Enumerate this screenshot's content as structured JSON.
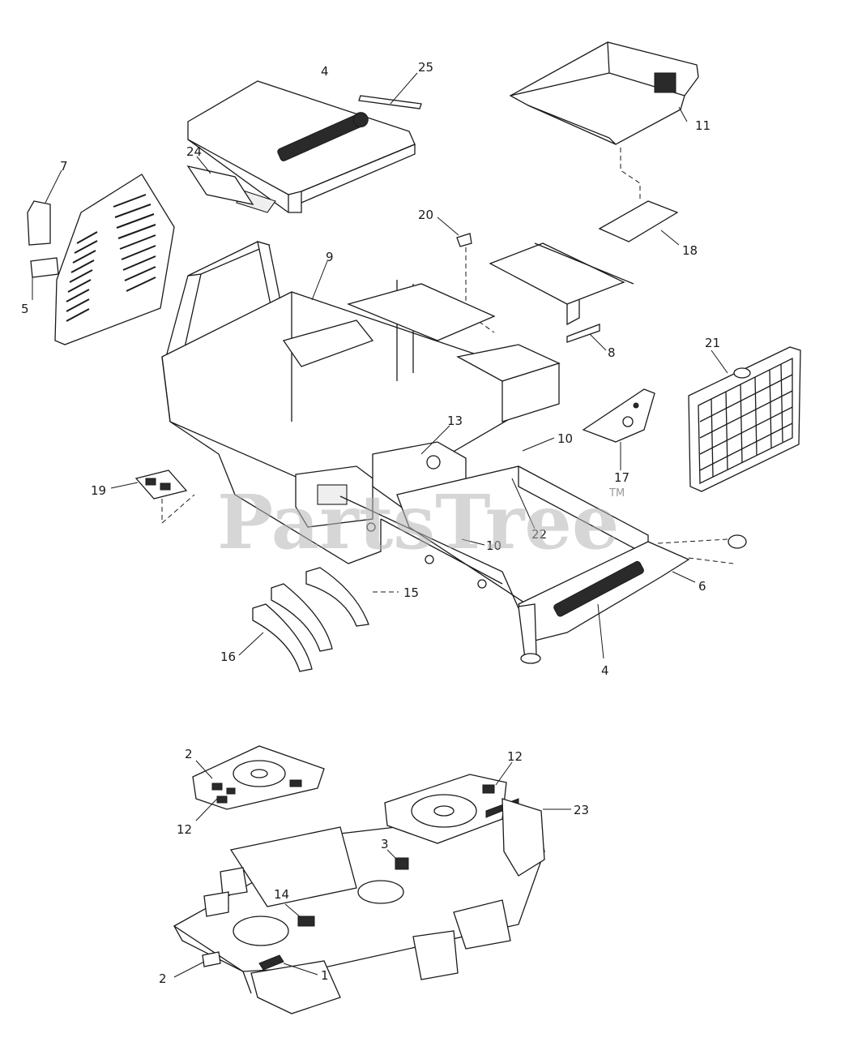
{
  "watermark": {
    "text": "PartsTree",
    "trademark": "TM"
  },
  "callouts": {
    "c4_top": "4",
    "c25": "25",
    "c11": "11",
    "c24": "24",
    "c7": "7",
    "c5": "5",
    "c20": "20",
    "c9": "9",
    "c18": "18",
    "c8": "8",
    "c21": "21",
    "c13": "13",
    "c10_upper": "10",
    "c17": "17",
    "c19": "19",
    "c22": "22",
    "c10_lower": "10",
    "c15": "15",
    "c6": "6",
    "c16": "16",
    "c4_bottom": "4",
    "c2_top": "2",
    "c12_left": "12",
    "c12_right": "12",
    "c23": "23",
    "c3": "3",
    "c14": "14",
    "c2_bottom": "2",
    "c1": "1"
  }
}
